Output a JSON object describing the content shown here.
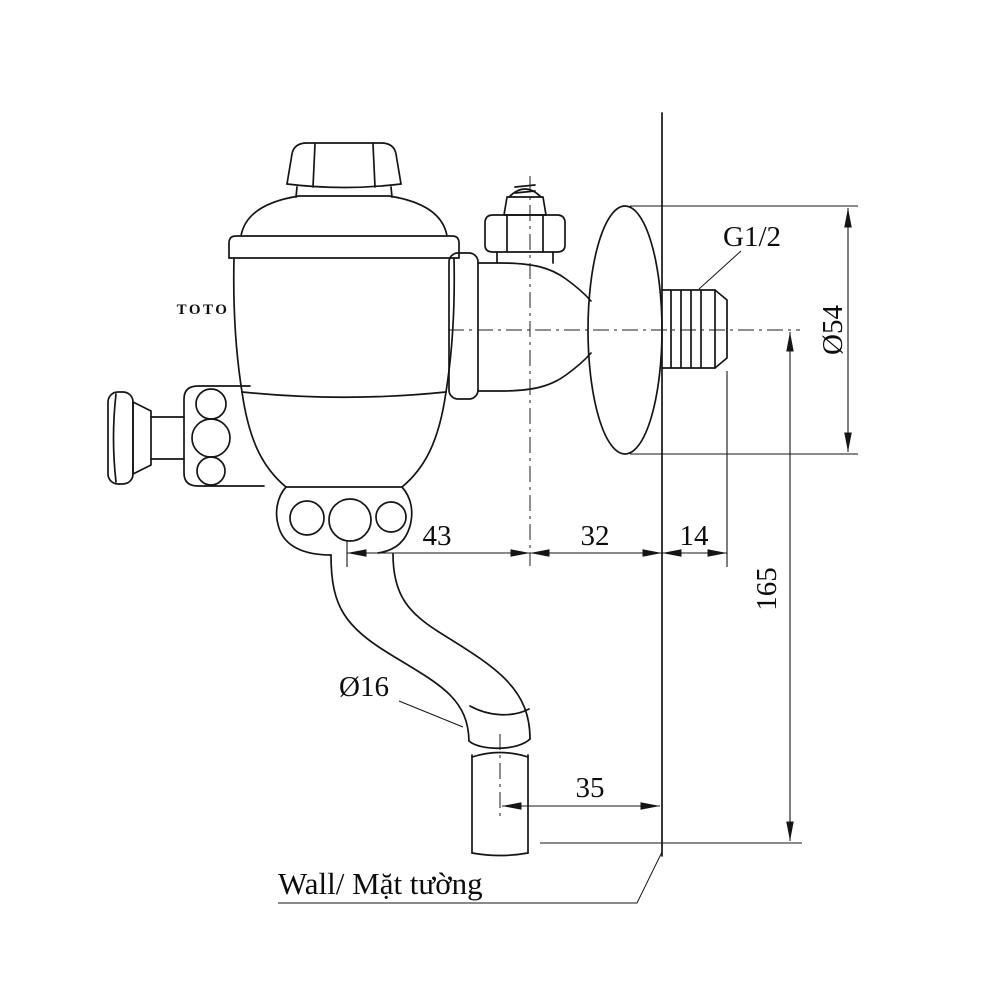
{
  "drawing": {
    "brand_logo": "TOTO",
    "wall_label": "Wall/ Mặt tường"
  },
  "dimensions": {
    "thread_size": "G1/2",
    "flange_diameter": "Ø54",
    "outlet_offset": "43",
    "inlet_axis_to_wall": "32",
    "nipple_length": "14",
    "inlet_axis_to_outlet_end": "165",
    "pipe_diameter": "Ø16",
    "outlet_axis_to_wall": "35"
  },
  "colors": {
    "line": "#151515",
    "background": "#ffffff"
  }
}
